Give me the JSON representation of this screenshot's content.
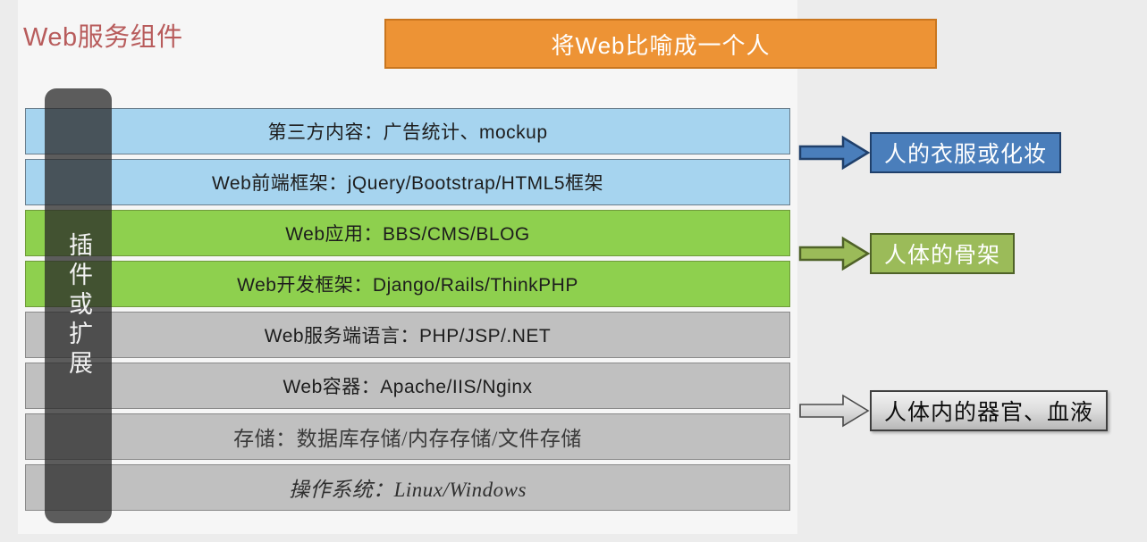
{
  "slide": {
    "title": "Web服务组件",
    "title_color": "#b85c5c",
    "background_color": "#ececec",
    "card_color": "#f6f6f6"
  },
  "banner": {
    "text": "将Web比喻成一个人",
    "fill": "#ed9335",
    "border": "#c9761f",
    "text_color": "#ffffff"
  },
  "plugin_bar": {
    "label": "插件或扩展",
    "text_color": "#f2f2f2",
    "fill": "rgba(40,40,40,0.75)"
  },
  "stack": {
    "rows": [
      {
        "text": "第三方内容：广告统计、mockup",
        "color_key": "blue",
        "fill": "#a6d4ef",
        "style": "sans"
      },
      {
        "text": "Web前端框架：jQuery/Bootstrap/HTML5框架",
        "color_key": "blue",
        "fill": "#a6d4ef",
        "style": "sans"
      },
      {
        "text": "Web应用：BBS/CMS/BLOG",
        "color_key": "green",
        "fill": "#8ed04e",
        "style": "sans"
      },
      {
        "text": "Web开发框架：Django/Rails/ThinkPHP",
        "color_key": "green",
        "fill": "#8ed04e",
        "style": "sans"
      },
      {
        "text": "Web服务端语言：PHP/JSP/.NET",
        "color_key": "gray",
        "fill": "#c0c0c0",
        "style": "sans"
      },
      {
        "text": "Web容器：Apache/IIS/Nginx",
        "color_key": "gray",
        "fill": "#c0c0c0",
        "style": "sans"
      },
      {
        "text": "存储：数据库存储/内存存储/文件存储",
        "color_key": "gray",
        "fill": "#c0c0c0",
        "style": "serif"
      },
      {
        "text": "操作系统：Linux/Windows",
        "color_key": "gray",
        "fill": "#c0c0c0",
        "style": "serif-italic"
      }
    ]
  },
  "callouts": [
    {
      "label": "人的衣服或化妆",
      "arrow_icon": "arrow-right-icon",
      "fill": "#4a7ebb",
      "border": "#20406b",
      "text_color": "#ffffff"
    },
    {
      "label": "人体的骨架",
      "arrow_icon": "arrow-right-icon",
      "fill": "#9bbb59",
      "border": "#4f6228",
      "text_color": "#ffffff"
    },
    {
      "label": "人体内的器官、血液",
      "arrow_icon": "arrow-right-icon",
      "fill": "#dcdcdc",
      "border": "#3f3f3f",
      "text_color": "#0d0d0d"
    }
  ]
}
